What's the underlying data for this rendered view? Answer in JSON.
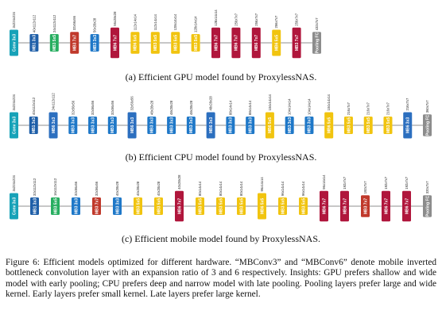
{
  "colors": {
    "conv": "#17a2b8",
    "mb3_3x3": "#1f78c8",
    "mb3_5x5": "#27ae60",
    "mb3_7x7": "#c0392b",
    "mb6_3x3": "#2c6fbf",
    "mb6_5x5": "#f1c40f",
    "mb6_7x7": "#b0163c",
    "mb1": "#1f5fa8",
    "pool": "#8c8c8c"
  },
  "panels": [
    {
      "id": "gpu",
      "caption": "(a) Efficient GPU model found by ProxylessNAS.",
      "blocks": [
        {
          "label": "Conv 3x3",
          "kind": "conv",
          "h": 3,
          "shape": "3x224x224"
        },
        {
          "label": "MB1 3x3",
          "kind": "mb1",
          "h": 2,
          "shape": "40x112x112"
        },
        {
          "label": "MB3 5x5",
          "kind": "mb3_5x5",
          "h": 2,
          "shape": "24x112x112"
        },
        {
          "label": "MB3 7x7",
          "kind": "mb3_7x7",
          "h": 2.5,
          "shape": "32x56x56"
        },
        {
          "label": "MB3 3x3",
          "kind": "mb3_3x3",
          "h": 2,
          "shape": "56x28x28"
        },
        {
          "label": "MB6 7x7",
          "kind": "mb6_7x7",
          "h": 3.5,
          "shape": "56x28x28"
        },
        {
          "label": "MB6 5x5",
          "kind": "mb6_5x5",
          "h": 2.5,
          "shape": "112x14x14"
        },
        {
          "label": "MB3 5x5",
          "kind": "mb6_5x5",
          "h": 2.5,
          "shape": "112x14x14"
        },
        {
          "label": "MB3 5x5",
          "kind": "mb6_5x5",
          "h": 2.5,
          "shape": "128x14x14"
        },
        {
          "label": "MB3 5x5",
          "kind": "mb6_5x5",
          "h": 2,
          "shape": "128x14x14"
        },
        {
          "label": "MB6 7x7",
          "kind": "mb6_7x7",
          "h": 3.5,
          "shape": "128x14x14"
        },
        {
          "label": "MB6 7x7",
          "kind": "mb6_7x7",
          "h": 3.5,
          "shape": "256x7x7"
        },
        {
          "label": "MB6 7x7",
          "kind": "mb6_7x7",
          "h": 3.5,
          "shape": "256x7x7"
        },
        {
          "label": "MB6 5x5",
          "kind": "mb6_5x5",
          "h": 3,
          "shape": "256x7x7"
        },
        {
          "label": "MB3 7x7",
          "kind": "mb6_7x7",
          "h": 3.5,
          "shape": "256x7x7"
        },
        {
          "label": "Pooling FC",
          "kind": "pool",
          "h": 2.5,
          "shape": "432x7x7"
        }
      ]
    },
    {
      "id": "cpu",
      "caption": "(b) Efficient CPU model found by ProxylessNAS.",
      "blocks": [
        {
          "label": "Conv 3x3",
          "kind": "conv",
          "h": 3,
          "shape": "3x224x224"
        },
        {
          "label": "MB1 3x3",
          "kind": "mb1",
          "h": 2,
          "shape": "40x112x112"
        },
        {
          "label": "MB6 3x3",
          "kind": "mb6_3x3",
          "h": 3,
          "shape": "24x112x112"
        },
        {
          "label": "MB3 3x3",
          "kind": "mb3_3x3",
          "h": 2,
          "shape": "32x56x56"
        },
        {
          "label": "MB3 3x3",
          "kind": "mb3_3x3",
          "h": 2,
          "shape": "32x56x56"
        },
        {
          "label": "MB3 3x3",
          "kind": "mb3_3x3",
          "h": 2,
          "shape": "32x56x56"
        },
        {
          "label": "MB6 3x3",
          "kind": "mb6_3x3",
          "h": 3,
          "shape": "32x56x56"
        },
        {
          "label": "MB3 3x3",
          "kind": "mb3_3x3",
          "h": 2,
          "shape": "48x28x28"
        },
        {
          "label": "MB3 3x3",
          "kind": "mb3_3x3",
          "h": 2,
          "shape": "48x28x28"
        },
        {
          "label": "MB3 3x3",
          "kind": "mb3_3x3",
          "h": 2,
          "shape": "48x28x28"
        },
        {
          "label": "MB6 3x3",
          "kind": "mb6_3x3",
          "h": 3,
          "shape": "48x28x28"
        },
        {
          "label": "MB3 3x3",
          "kind": "mb3_3x3",
          "h": 2,
          "shape": "88x14x14"
        },
        {
          "label": "MB3 3x3",
          "kind": "mb3_3x3",
          "h": 2,
          "shape": "88x14x14"
        },
        {
          "label": "MB6 5x5",
          "kind": "mb6_5x5",
          "h": 3,
          "shape": "104x14x14"
        },
        {
          "label": "MB3 3x3",
          "kind": "mb3_3x3",
          "h": 2,
          "shape": "104x14x14"
        },
        {
          "label": "MB3 3x3",
          "kind": "mb3_3x3",
          "h": 2,
          "shape": "104x14x14"
        },
        {
          "label": "MB6 5x5",
          "kind": "mb6_5x5",
          "h": 3,
          "shape": "104x14x14"
        },
        {
          "label": "MB3 5x5",
          "kind": "mb6_5x5",
          "h": 2,
          "shape": "216x7x7"
        },
        {
          "label": "MB3 5x5",
          "kind": "mb6_5x5",
          "h": 2,
          "shape": "216x7x7"
        },
        {
          "label": "MB3 5x5",
          "kind": "mb6_5x5",
          "h": 2,
          "shape": "216x7x7"
        },
        {
          "label": "MB6 3x3",
          "kind": "mb6_3x3",
          "h": 3,
          "shape": "216x7x7"
        },
        {
          "label": "Pooling FC",
          "kind": "pool",
          "h": 2.5,
          "shape": "360x7x7"
        }
      ]
    },
    {
      "id": "mobile",
      "caption": "(c) Efficient mobile model found by ProxylessNAS.",
      "blocks": [
        {
          "label": "Conv 3x3",
          "kind": "conv",
          "h": 3,
          "shape": "3x224x224"
        },
        {
          "label": "MB1 3x3",
          "kind": "mb1",
          "h": 2,
          "shape": "32x112x112"
        },
        {
          "label": "MB3 5x5",
          "kind": "mb3_5x5",
          "h": 2,
          "shape": "16x112x112"
        },
        {
          "label": "MB3 3x3",
          "kind": "mb3_3x3",
          "h": 2,
          "shape": "32x56x56"
        },
        {
          "label": "MB3 7x7",
          "kind": "mb3_7x7",
          "h": 2,
          "shape": "32x56x56"
        },
        {
          "label": "MB3 3x3",
          "kind": "mb3_3x3",
          "h": 2,
          "shape": "40x28x28"
        },
        {
          "label": "MB3 5x5",
          "kind": "mb6_5x5",
          "h": 2,
          "shape": "40x28x28"
        },
        {
          "label": "MB3 5x5",
          "kind": "mb6_5x5",
          "h": 2,
          "shape": "40x28x28"
        },
        {
          "label": "MB6 7x7",
          "kind": "mb6_7x7",
          "h": 3.5,
          "shape": "40x28x28"
        },
        {
          "label": "MB3 5x5",
          "kind": "mb6_5x5",
          "h": 2,
          "shape": "80x14x14"
        },
        {
          "label": "MB3 5x5",
          "kind": "mb6_5x5",
          "h": 2,
          "shape": "80x14x14"
        },
        {
          "label": "MB3 5x5",
          "kind": "mb6_5x5",
          "h": 2,
          "shape": "80x14x14"
        },
        {
          "label": "MB6 5x5",
          "kind": "mb6_5x5",
          "h": 3,
          "shape": "96x14x14"
        },
        {
          "label": "MB3 5x5",
          "kind": "mb6_5x5",
          "h": 2,
          "shape": "96x14x14"
        },
        {
          "label": "MB3 5x5",
          "kind": "mb6_5x5",
          "h": 2,
          "shape": "96x14x14"
        },
        {
          "label": "MB6 7x7",
          "kind": "mb6_7x7",
          "h": 3.5,
          "shape": "96x14x14"
        },
        {
          "label": "MB6 7x7",
          "kind": "mb6_7x7",
          "h": 3.5,
          "shape": "192x7x7"
        },
        {
          "label": "MB3 7x7",
          "kind": "mb3_7x7",
          "h": 2.5,
          "shape": "192x7x7"
        },
        {
          "label": "MB6 7x7",
          "kind": "mb6_7x7",
          "h": 3.5,
          "shape": "192x7x7"
        },
        {
          "label": "MB6 7x7",
          "kind": "mb6_7x7",
          "h": 3.5,
          "shape": "192x7x7"
        },
        {
          "label": "Pooling FC",
          "kind": "pool",
          "h": 2.5,
          "shape": "320x7x7"
        }
      ]
    }
  ],
  "figure_caption": "Figure 6: Efficient models optimized for different hardware. “MBConv3” and “MBConv6” denote mobile inverted bottleneck convolution layer with an expansion ratio of 3 and 6 respectively. Insights: GPU prefers shallow and wide model with early pooling; CPU prefers deep and narrow model with late pooling. Pooling layers prefer large and wide kernel. Early layers prefer small kernel. Late layers prefer large kernel."
}
